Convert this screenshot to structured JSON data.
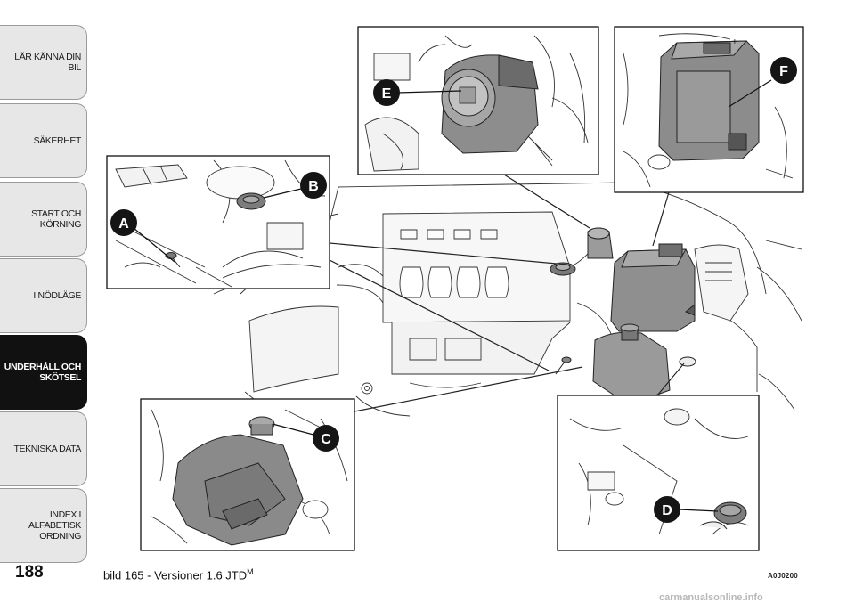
{
  "nav": {
    "tabs": [
      {
        "label": "LÄR KÄNNA DIN BIL",
        "active": false
      },
      {
        "label": "SÄKERHET",
        "active": false
      },
      {
        "label": "START OCH\nKÖRNING",
        "active": false
      },
      {
        "label": "I NÖDLÄGE",
        "active": false
      },
      {
        "label": "UNDERHÅLL OCH\nSKÖTSEL",
        "active": true
      },
      {
        "label": "TEKNISKA DATA",
        "active": false
      },
      {
        "label": "INDEX I ALFABETISK\nORDNING",
        "active": false
      }
    ]
  },
  "page": {
    "number": "188",
    "caption_main": "bild 165 - Versioner 1.6 JTD",
    "caption_sup": "M",
    "figure_code": "A0J0200"
  },
  "callouts": {
    "a": "A",
    "b": "B",
    "c": "C",
    "d": "D",
    "e": "E",
    "f": "F"
  },
  "footer": {
    "watermark": "carmanualsonline.info"
  },
  "colors": {
    "ink": "#111111",
    "tab_bg": "#e7e7e7",
    "tab_active": "#111111",
    "part_fill": "#8c8c8c",
    "part_dark": "#555555"
  }
}
